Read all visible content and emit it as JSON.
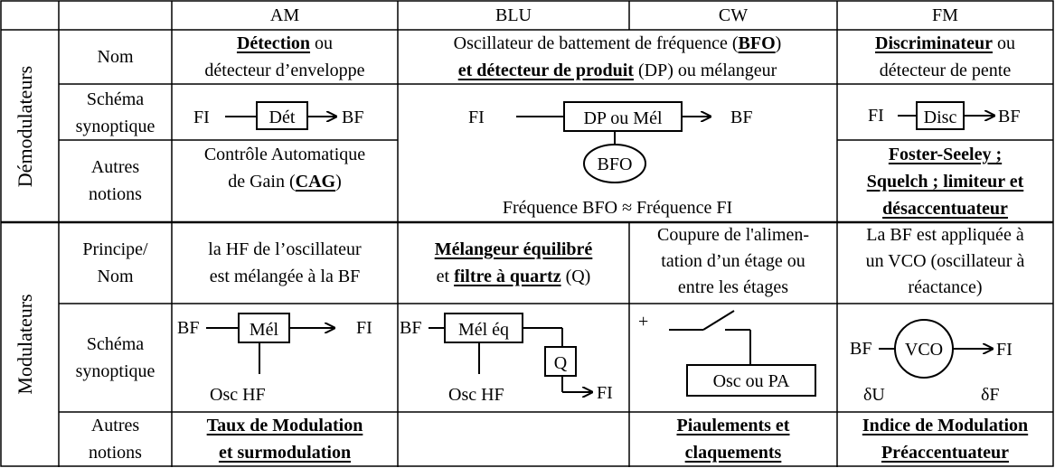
{
  "columns": [
    "AM",
    "BLU",
    "CW",
    "FM"
  ],
  "groups": {
    "demod": "Démodulateurs",
    "mod": "Modulateurs"
  },
  "rows": {
    "nom": "Nom",
    "schema1": "Schéma",
    "schema2": "synoptique",
    "autres1": "Autres",
    "autres2": "notions",
    "principe1": "Principe/",
    "principe2": "Nom"
  },
  "demod": {
    "am_nom_bold": "Détection",
    "am_nom_rest": " ou",
    "am_nom_line2": "détecteur d’enveloppe",
    "blu_nom_pre": "Oscillateur de battement de fréquence (",
    "blu_nom_bfo": "BFO",
    "blu_nom_post": ")",
    "blu_nom_line2_bold": "et détecteur de produit",
    "blu_nom_line2_rest": " (DP) ou mélangeur",
    "fm_nom_bold": "Discriminateur",
    "fm_nom_rest": " ou",
    "fm_nom_line2": "détecteur de pente",
    "am_diag": {
      "in": "FI",
      "box": "Dét",
      "out": "BF"
    },
    "blu_diag": {
      "in": "FI",
      "box": "DP ou Mél",
      "out": "BF",
      "osc": "BFO"
    },
    "fm_diag": {
      "in": "FI",
      "box": "Disc",
      "out": "BF"
    },
    "am_autres_line1": "Contrôle Automatique",
    "am_autres_pre": "de Gain (",
    "am_autres_bold": "CAG",
    "am_autres_post": ")",
    "blu_freq": "Fréquence BFO ≈ Fréquence FI",
    "fm_autres": [
      "Foster-Seeley ;",
      "Squelch ; limiteur et",
      "désaccentuateur"
    ]
  },
  "mod": {
    "am_principe": [
      "la HF de l’oscillateur",
      "est mélangée à la BF"
    ],
    "blu_principe_bold1": "Mélangeur équilibré",
    "blu_principe_pre": "et ",
    "blu_principe_bold2": "filtre à quartz",
    "blu_principe_post": " (Q)",
    "cw_principe": [
      "Coupure de l'alimen-",
      "tation d’un étage ou",
      "entre les étages"
    ],
    "fm_principe": [
      "La BF est appliquée à",
      "un VCO (oscillateur à",
      "réactance)"
    ],
    "am_diag": {
      "in": "BF",
      "box": "Mél",
      "out": "FI",
      "osc": "Osc HF"
    },
    "blu_diag": {
      "in": "BF",
      "box": "Mél éq",
      "q": "Q",
      "out": "FI",
      "osc": "Osc HF"
    },
    "cw_diag": {
      "plus": "+",
      "box": "Osc ou PA"
    },
    "fm_diag": {
      "in": "BF",
      "box": "VCO",
      "out": "FI",
      "du": "δU",
      "df": "δF"
    },
    "am_autres": [
      "Taux de Modulation",
      "et surmodulation"
    ],
    "cw_autres": [
      "Piaulements et",
      "claquements"
    ],
    "fm_autres": [
      "Indice de Modulation",
      "Préaccentuateur"
    ]
  }
}
